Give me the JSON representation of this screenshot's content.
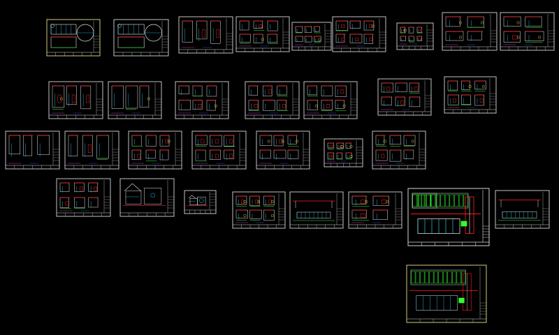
{
  "workspace": {
    "background": "#000000",
    "sheet_frame_color": "#d8d8d8",
    "highlight_frame_color": "#e8e088",
    "line_colors": {
      "white": "#e8e8e8",
      "red": "#ff2020",
      "cyan": "#20e0ff",
      "green": "#30ff30",
      "yellow": "#ffff40",
      "magenta": "#ff40ff",
      "blue": "#4060ff"
    }
  },
  "sheets": [
    {
      "id": "s01",
      "style": "elev-round",
      "highlighted": true
    },
    {
      "id": "s02",
      "style": "elev-round"
    },
    {
      "id": "s03",
      "style": "elev"
    },
    {
      "id": "s04",
      "style": "detail"
    },
    {
      "id": "s05",
      "style": "detail"
    },
    {
      "id": "s06",
      "style": "detail"
    },
    {
      "id": "s07",
      "style": "detail"
    },
    {
      "id": "s08",
      "style": "plan"
    },
    {
      "id": "s09",
      "style": "plan"
    },
    {
      "id": "s10",
      "style": "elev"
    },
    {
      "id": "s11",
      "style": "elev"
    },
    {
      "id": "s12",
      "style": "detail"
    },
    {
      "id": "s13",
      "style": "detail"
    },
    {
      "id": "s14",
      "style": "detail"
    },
    {
      "id": "s15",
      "style": "detail"
    },
    {
      "id": "s16",
      "style": "detail"
    },
    {
      "id": "s17",
      "style": "elev"
    },
    {
      "id": "s18",
      "style": "elev"
    },
    {
      "id": "s19",
      "style": "detail"
    },
    {
      "id": "s20",
      "style": "detail"
    },
    {
      "id": "s21",
      "style": "detail"
    },
    {
      "id": "s22",
      "style": "detail"
    },
    {
      "id": "s23",
      "style": "detail"
    },
    {
      "id": "s24",
      "style": "detail"
    },
    {
      "id": "s25",
      "style": "roof"
    },
    {
      "id": "s26",
      "style": "roof"
    },
    {
      "id": "s27",
      "style": "detail"
    },
    {
      "id": "s28",
      "style": "long"
    },
    {
      "id": "s29",
      "style": "plan"
    },
    {
      "id": "s30",
      "style": "green"
    },
    {
      "id": "s31",
      "style": "green-big"
    },
    {
      "id": "s32",
      "style": "long"
    },
    {
      "id": "s33",
      "style": "green-big",
      "highlighted": true
    }
  ]
}
